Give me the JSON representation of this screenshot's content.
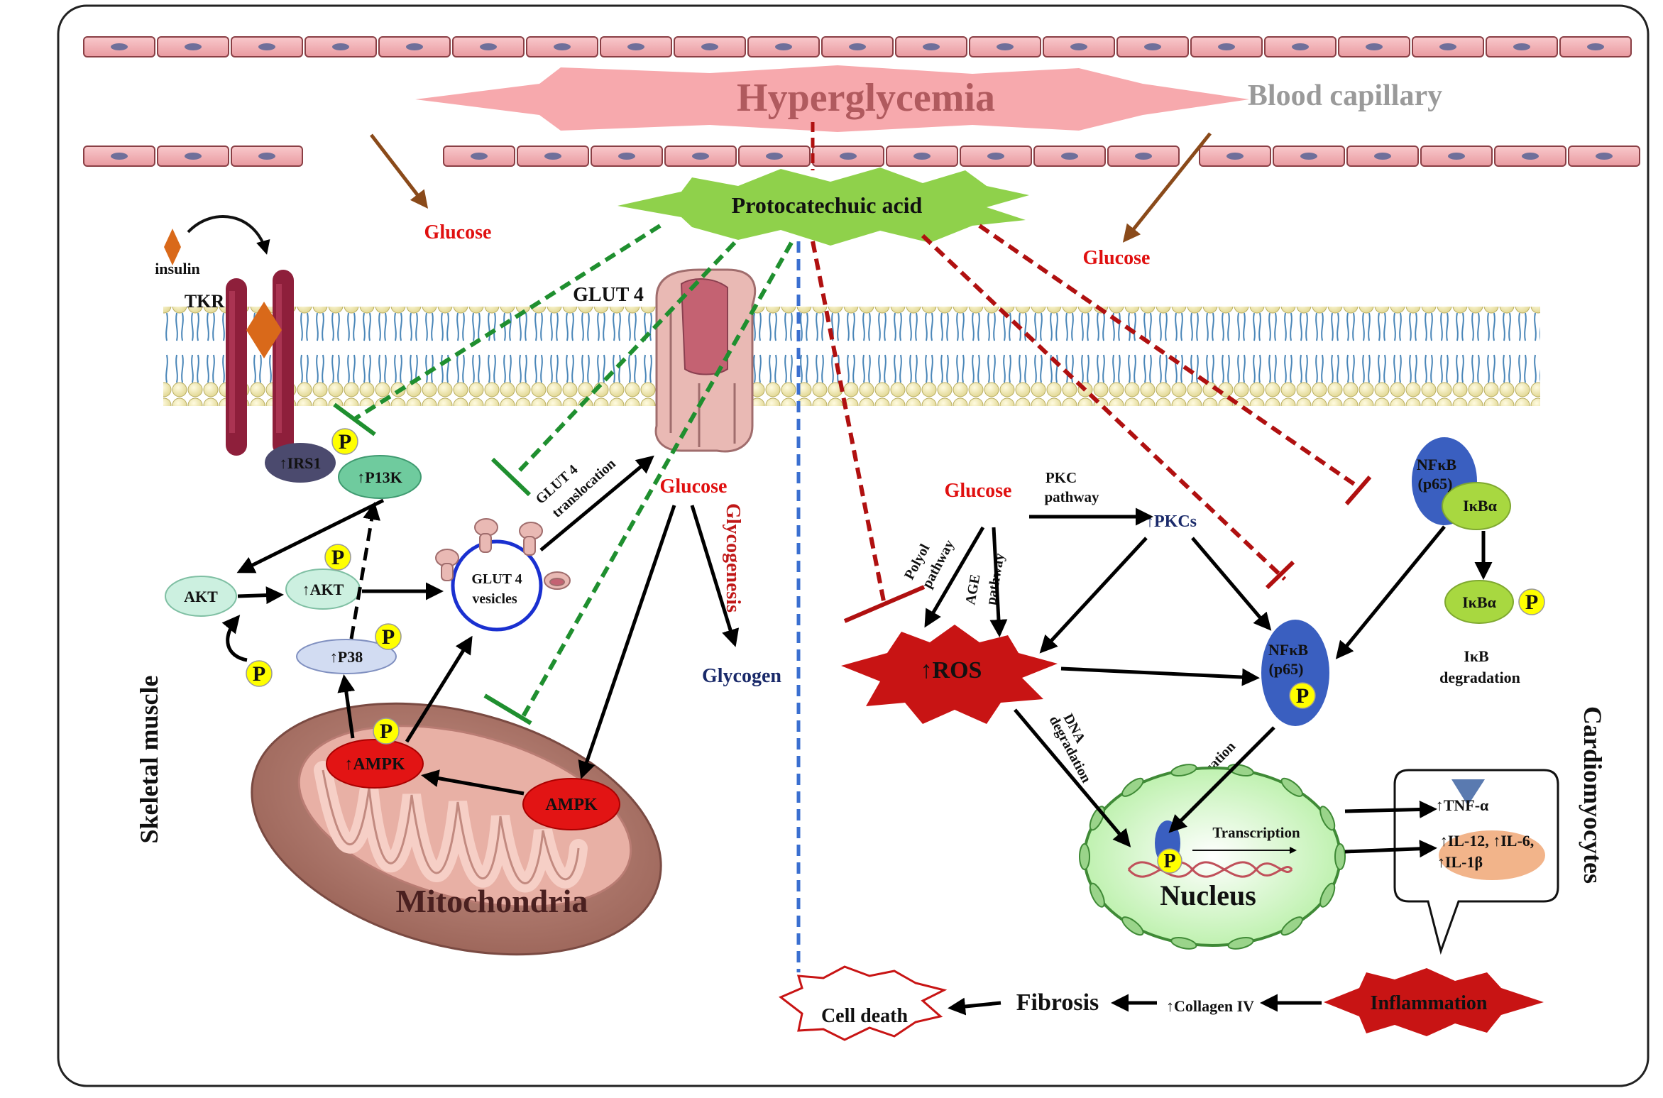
{
  "labels": {
    "hyperglycemia": "Hyperglycemia",
    "blood_capillary": "Blood capillary",
    "protocatechuic_acid": "Protocatechuic acid",
    "glucose_left": "Glucose",
    "glucose_right": "Glucose",
    "insulin": "insulin",
    "tkr": "TKR",
    "glut4": "GLUT 4",
    "irs1": "↑IRS1",
    "p13k": "↑P13K",
    "akt": "AKT",
    "akt_up": "↑AKT",
    "p38": "↑P38",
    "glut4_vesicles_1": "GLUT  4",
    "glut4_vesicles_2": "vesicles",
    "glut4_translocation_1": "GLUT 4",
    "glut4_translocation_2": "translocation",
    "glucose_center": "Glucose",
    "glycogenesis": "Glycogenesis",
    "glycogen": "Glycogen",
    "ampk_up": "↑AMPK",
    "ampk": "AMPK",
    "mitochondria": "Mitochondria",
    "skeletal_muscle": "Skeletal muscle",
    "p": "P",
    "glucose_cardio": "Glucose",
    "pkc_pathway_1": "PKC",
    "pkc_pathway_2": "pathway",
    "pkcs": "↑PKCs",
    "polyol_1": "Polyol",
    "polyol_2": "pathway",
    "age_1": "AGE",
    "age_2": "pathway",
    "ros": "↑ROS",
    "nfkb": "NFκB",
    "p65": "(p65)",
    "ikba": "IκBα",
    "ikb_degradation_1": "IκB",
    "ikb_degradation_2": "degradation",
    "dna_degradation_1": "DNA",
    "dna_degradation_2": "degradation",
    "translocation": "Translocation",
    "transcription": "Transcription",
    "nucleus": "Nucleus",
    "tnf": "↑TNF-α",
    "il_1": "↑IL-12, ↑IL-6,",
    "il_2": "↑IL-1β",
    "cardiomyocytes": "Cardiomyocytes",
    "inflammation": "Inflammation",
    "collagen": "↑Collagen IV",
    "fibrosis": "Fibrosis",
    "cell_death": "Cell death"
  },
  "colors": {
    "red_text": "#e01010",
    "dark_blue_text": "#1a2a6a",
    "green_dash": "#1f8f2f",
    "red_dash": "#b01010",
    "blue_dash": "#3a6fd0"
  }
}
